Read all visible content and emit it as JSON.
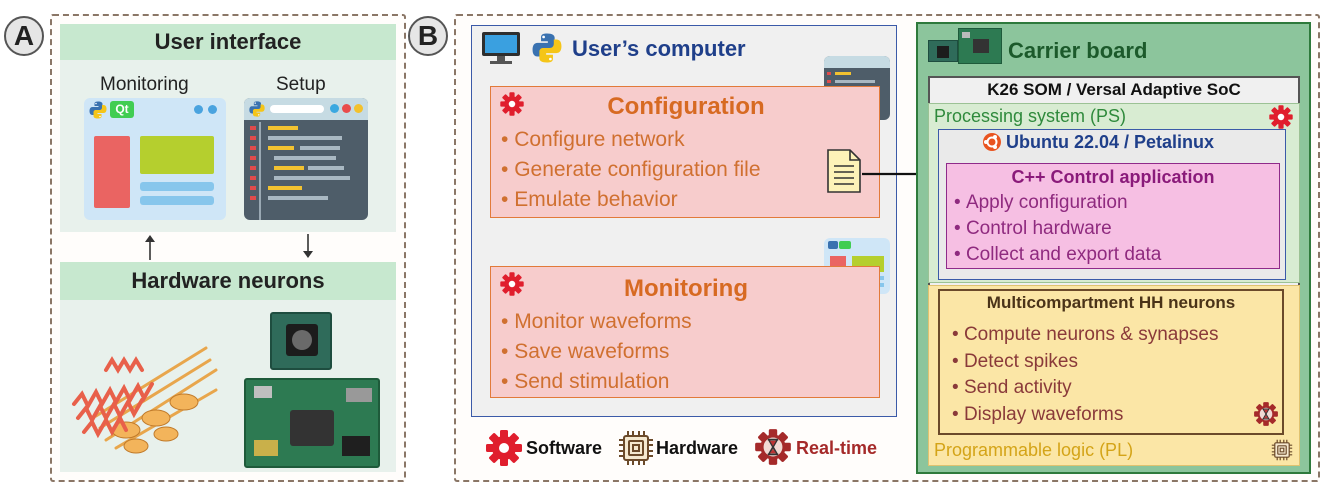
{
  "panel_a": {
    "letter": "A",
    "user_interface_title": "User interface",
    "monitoring_label": "Monitoring",
    "setup_label": "Setup",
    "qt_badge": "Qt",
    "hardware_neurons_title": "Hardware neurons"
  },
  "panel_b": {
    "letter": "B",
    "users_computer_title": "User’s computer",
    "configuration": {
      "title": "Configuration",
      "items": [
        "Configure network",
        "Generate configuration file",
        "Emulate behavior"
      ]
    },
    "monitoring": {
      "title": "Monitoring",
      "items": [
        "Monitor waveforms",
        "Save waveforms",
        "Send stimulation"
      ]
    },
    "legend": {
      "software": "Software",
      "hardware": "Hardware",
      "realtime": "Real-time"
    },
    "carrier_board_title": "Carrier board",
    "som_title": "K26 SOM / Versal Adaptive SoC",
    "ps_label": "Processing system (PS)",
    "os_label": "Ubuntu 22.04 / Petalinux",
    "cpp_app": {
      "title": "C++ Control application",
      "items": [
        "Apply configuration",
        "Control hardware",
        "Collect and export data"
      ]
    },
    "hh_neurons": {
      "title": "Multicompartment HH neurons",
      "items": [
        "Compute neurons & synapses",
        "Detect spikes",
        "Send activity",
        "Display waveforms"
      ]
    },
    "pl_label": "Programmable logic (PL)"
  },
  "colors": {
    "software_red": "#e01e2d",
    "config_orange": "#d76a22",
    "carrier_green": "#2e7a3c",
    "pink_app": "#f6bfe3",
    "hh_yellow": "#fbe6a6",
    "realtime_red": "#a52a2a",
    "title_blue": "#1f3f8a"
  },
  "icons": [
    "gear-icon",
    "chip-icon",
    "hourglass-icon",
    "python-icon",
    "monitor-icon",
    "document-icon",
    "ubuntu-icon"
  ]
}
